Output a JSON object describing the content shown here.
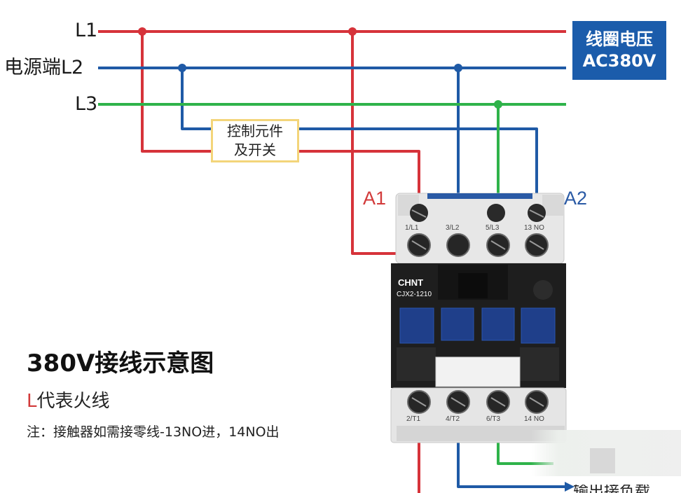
{
  "lines": {
    "l1": "L1",
    "l2_prefix": "电源端",
    "l2": "L2",
    "l3": "L3"
  },
  "coil_voltage": {
    "line1": "线圈电压",
    "line2": "AC380V"
  },
  "control": {
    "line1": "控制元件",
    "line2": "及开关"
  },
  "coil_terminals": {
    "a1": "A1",
    "a2": "A2"
  },
  "contactor": {
    "brand": "CHNT",
    "model": "CJX2-1210",
    "top_terminals": [
      "1/L1",
      "3/L2",
      "5/L3",
      "13 NO"
    ],
    "bottom_terminals": [
      "2/T1",
      "4/T2",
      "6/T3",
      "14 NO"
    ]
  },
  "title": "380V接线示意图",
  "legend": {
    "highlight": "L",
    "rest": "代表火线"
  },
  "note": "注：接触器如需接零线-13NO进，14NO出",
  "output_label": "输出接负载",
  "colors": {
    "phase_l1": "#d6333a",
    "phase_l2": "#1f5aa6",
    "phase_l3": "#2fb34a",
    "coil_box": "#1b5cab",
    "control_border": "#f3d57a",
    "a1": "#d23a3a",
    "a2": "#2a5aa5"
  }
}
